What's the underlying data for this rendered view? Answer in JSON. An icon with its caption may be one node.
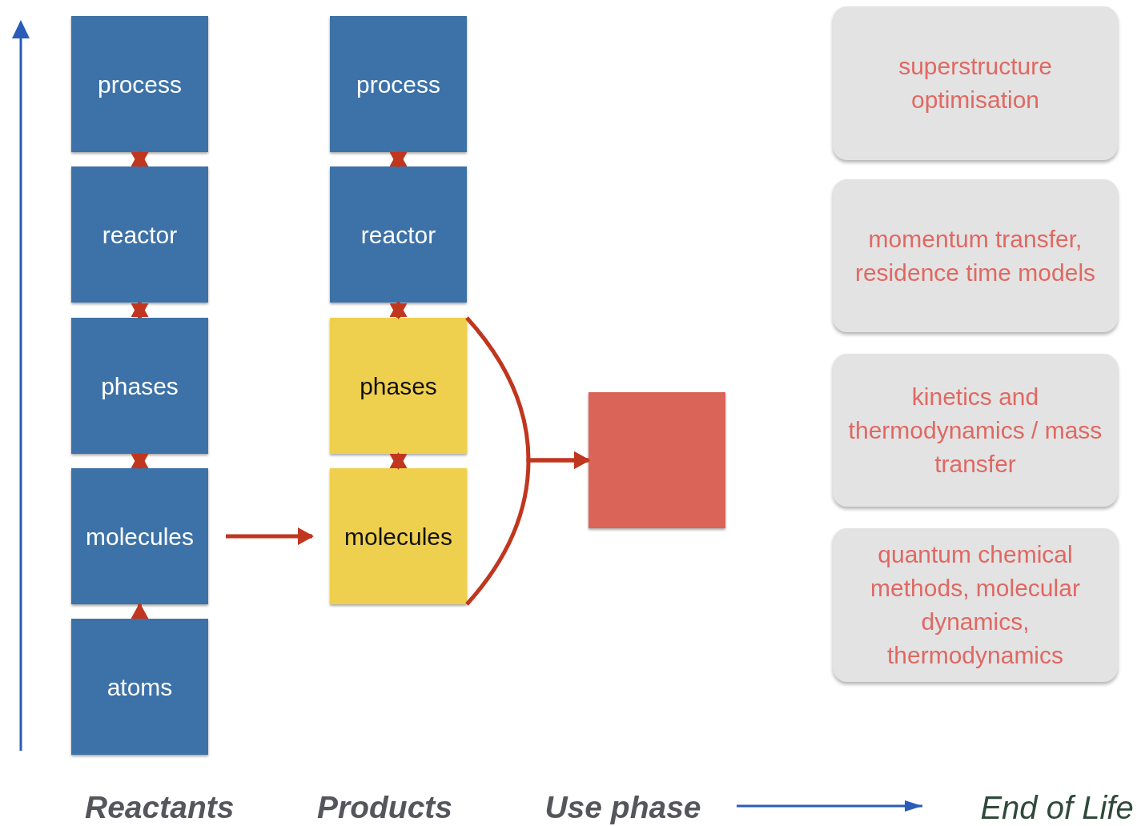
{
  "diagram": {
    "nodes": [
      {
        "text": [
          "process"
        ]
      },
      {
        "text": [
          "reactor"
        ]
      },
      {
        "text": [
          "phases"
        ]
      },
      {
        "text": [
          "molecules"
        ]
      },
      {
        "text": [
          "atoms"
        ]
      },
      {
        "text": [
          "process"
        ]
      },
      {
        "text": [
          "reactor"
        ]
      },
      {
        "text": [
          "phases"
        ]
      },
      {
        "text": [
          "molecules"
        ]
      },
      {
        "text": [],
        "shape": "box"
      },
      {
        "text": [
          "superstructure optimisation"
        ]
      },
      {
        "text": [
          "momentum transfer, residence time models"
        ]
      },
      {
        "text": [
          "kinetics and thermodynamics / mass transfer"
        ]
      },
      {
        "text": [
          "quantum chemical methods, molecular dynamics, thermodynamics"
        ]
      },
      {
        "text": [
          "Use phase"
        ]
      },
      {
        "text": [
          "End of Life"
        ]
      }
    ],
    "edges": [
      {
        "from": 0,
        "to": 1,
        "arrow": "both"
      },
      {
        "from": 1,
        "to": 2,
        "arrow": "both"
      },
      {
        "from": 2,
        "to": 3,
        "arrow": "both"
      },
      {
        "from": 4,
        "to": 3,
        "arrow": "to"
      },
      {
        "from": 5,
        "to": 6,
        "arrow": "both"
      },
      {
        "from": 6,
        "to": 7,
        "arrow": "both"
      },
      {
        "from": 7,
        "to": 8,
        "arrow": "both"
      },
      {
        "from": 3,
        "to": 8,
        "arrow": "to"
      },
      {
        "from": 7,
        "to": 9,
        "arrow": "to"
      },
      {
        "from": 8,
        "to": 9,
        "arrow": "to"
      },
      {
        "from": 14,
        "to": 15,
        "arrow": "to",
        "color": "#2a5cb8"
      }
    ],
    "labels": [
      "Reactants",
      "Products"
    ]
  }
}
